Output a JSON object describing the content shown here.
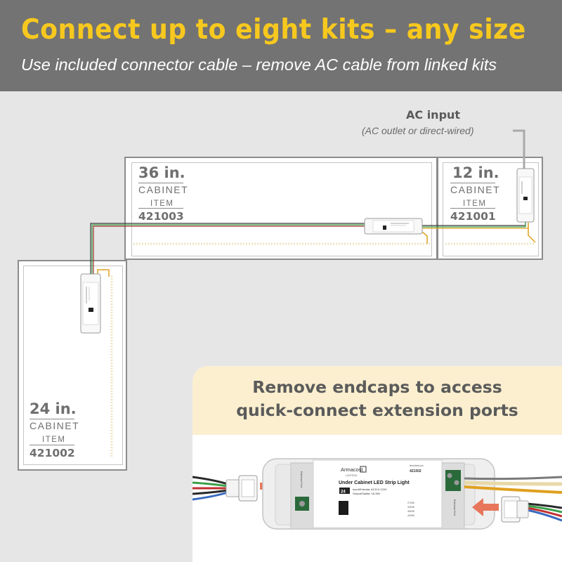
{
  "header": {
    "title": "Connect up to eight kits – any size",
    "subtitle": "Use included connector cable – remove AC cable from linked kits"
  },
  "ac_input": {
    "title": "AC input",
    "subtitle": "(AC outlet or direct-wired)"
  },
  "cabinets": [
    {
      "size": "36 in.",
      "cabinet_label": "CABINET",
      "item_label": "ITEM",
      "item_number": "421003"
    },
    {
      "size": "12 in.",
      "cabinet_label": "CABINET",
      "item_label": "ITEM",
      "item_number": "421001"
    },
    {
      "size": "24 in.",
      "cabinet_label": "CABINET",
      "item_label": "ITEM",
      "item_number": "421002"
    }
  ],
  "panel": {
    "title_line1": "Remove endcaps to access",
    "title_line2": "quick-connect extension ports"
  },
  "driver": {
    "brand": "Armacost",
    "brand_sub": "LIGHTING",
    "product_name": "Under Cabinet LED Strip Light",
    "item_number": "421002",
    "item_caption": "Item/Artículo",
    "voltage_badge": "24",
    "input_line": "Input/Entrada: AC110-120V",
    "output_line": "Output/Salida: 18-36V",
    "cct_options": [
      "2700K",
      "3000K",
      "3500K",
      "4000K"
    ],
    "side_left": "Extension Port",
    "side_right": "Extension Port"
  },
  "colors": {
    "header_bg": "#737373",
    "title": "#f7c81e",
    "panel_bg": "#fbefcf",
    "arrow": "#e8765a"
  }
}
